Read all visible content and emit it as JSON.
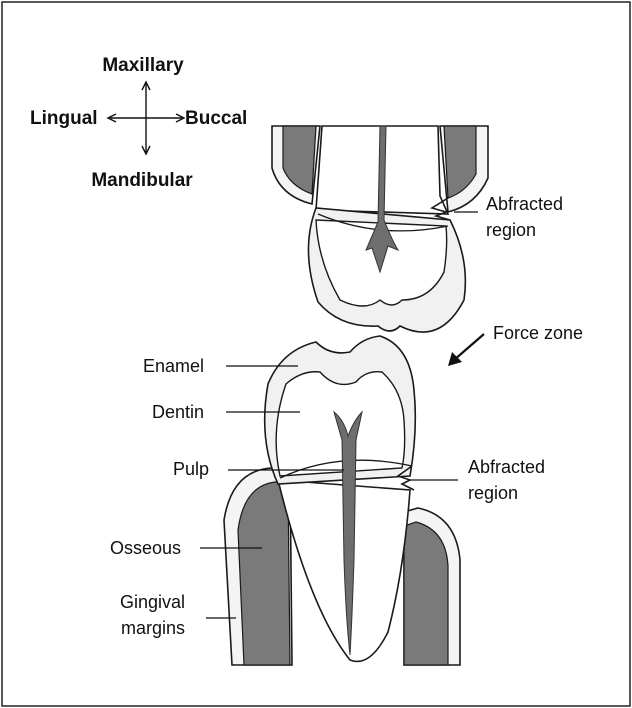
{
  "orientation": {
    "top": "Maxillary",
    "left": "Lingual",
    "right": "Buccal",
    "bottom": "Mandibular"
  },
  "labels": {
    "abfracted_upper_line1": "Abfracted",
    "abfracted_upper_line2": "region",
    "force_zone": "Force zone",
    "enamel": "Enamel",
    "dentin": "Dentin",
    "pulp": "Pulp",
    "abfracted_lower_line1": "Abfracted",
    "abfracted_lower_line2": "region",
    "osseous": "Osseous",
    "gingival_line1": "Gingival",
    "gingival_line2": "margins"
  },
  "colors": {
    "bone": "#7a7a7a",
    "pulp": "#6e6e6e",
    "enamel": "#f1f1f1",
    "dentin": "#ffffff",
    "line": "#1a1a1a"
  }
}
